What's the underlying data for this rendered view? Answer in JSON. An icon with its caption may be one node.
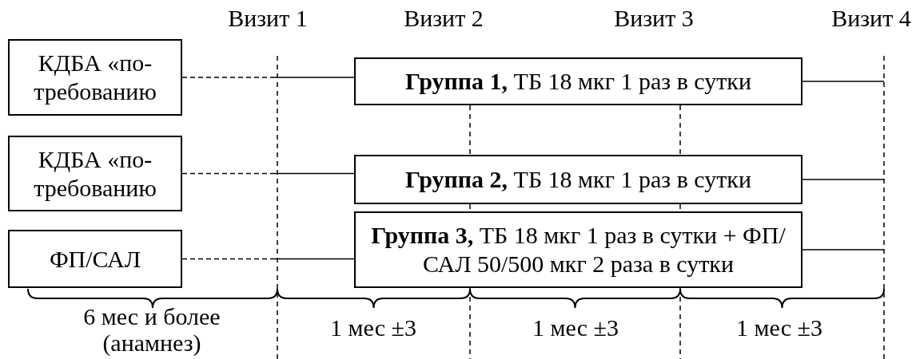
{
  "diagram": {
    "nodes": [
      {
        "text": [
          "КДБА «по- требованию"
        ]
      },
      {
        "text": [
          "КДБА «по- требованию"
        ]
      },
      {
        "text": [
          "ФП/САЛ"
        ]
      },
      {
        "text": [
          "**Группа 1,** ТБ 18 мкг 1 раз в сутки"
        ]
      },
      {
        "text": [
          "**Группа 2,** ТБ 18 мкг 1 раз в сутки"
        ]
      },
      {
        "text": [
          "**Группа 3,** ТБ 18 мкг 1 раз в сутки + ФП/САЛ 50/500 мкг 2 раза в сутки"
        ]
      }
    ],
    "edges": [
      {
        "from": 0,
        "to": 3,
        "arrow": "none",
        "style": "dashed"
      },
      {
        "from": 1,
        "to": 4,
        "arrow": "none",
        "style": "dashed"
      },
      {
        "from": 2,
        "to": 5,
        "arrow": "none",
        "style": "dashed"
      },
      {
        "from": 3,
        "to": null,
        "arrow": "none"
      },
      {
        "from": 4,
        "to": null,
        "arrow": "none"
      },
      {
        "from": 5,
        "to": null,
        "arrow": "none"
      }
    ],
    "labels": [
      "Визит 1",
      "Визит 2",
      "Визит 3",
      "Визит 4",
      "6 мес и более (анамнез)",
      "1 мес ±3",
      "1 мес ±3",
      "1 мес ±3"
    ]
  }
}
